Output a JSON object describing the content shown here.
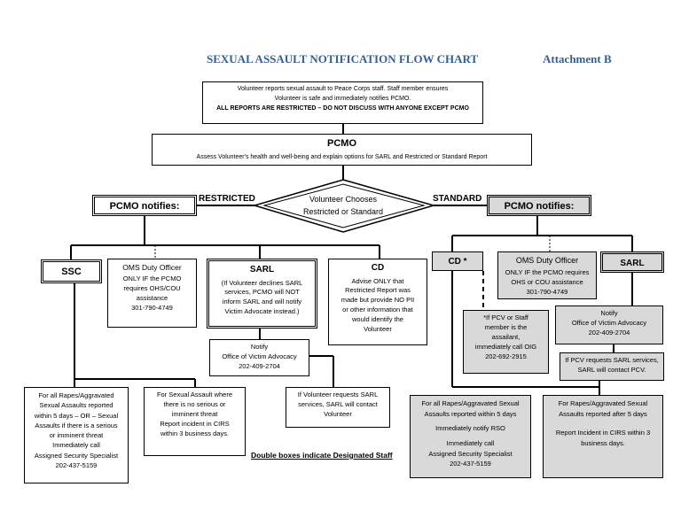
{
  "title": "SEXUAL ASSAULT NOTIFICATION FLOW CHART",
  "attachment": "Attachment B",
  "report_box": {
    "line1": "Volunteer reports sexual assault to Peace Corps staff. Staff member ensures",
    "line2": "Volunteer is safe and immediately notifies PCMO.",
    "line3": "ALL REPORTS ARE RESTRICTED – DO NOT DISCUSS WITH ANYONE EXCEPT PCMO"
  },
  "pcmo_box": {
    "heading": "PCMO",
    "text": "Assess Volunteer's health and well-being and explain options for SARL and Restricted or Standard Report"
  },
  "decision": {
    "line1": "Volunteer Chooses",
    "line2": "Restricted or Standard"
  },
  "restricted_label": "RESTRICTED",
  "standard_label": "STANDARD",
  "left": {
    "notifies": "PCMO notifies:",
    "ssc": "SSC",
    "oms": {
      "heading": "OMS Duty Officer",
      "lines": [
        "ONLY IF the PCMO",
        "requires OHS/COU",
        "assistance",
        "301-790-4749"
      ]
    },
    "sarl": {
      "heading": "SARL",
      "lines": [
        "(If Volunteer declines SARL",
        "services, PCMO will NOT",
        "inform SARL and will notify",
        "Victim Advocate instead.)"
      ]
    },
    "cd": {
      "heading": "CD",
      "lines": [
        "Advise ONLY that",
        "Restricted Report was",
        "made but provide NO PII",
        "or other information that",
        "would identify the",
        "Volunteer"
      ]
    },
    "victim_advocacy": {
      "lines": [
        "Notify",
        "Office of Victim Advocacy",
        "202-409-2704"
      ]
    },
    "sarl_request": {
      "lines": [
        "If Volunteer requests SARL",
        "services, SARL will contact",
        "Volunteer"
      ]
    },
    "rape_box": {
      "lines": [
        "For all Rapes/Aggravated",
        "Sexual Assaults reported",
        "within 5 days – OR – Sexual",
        "Assaults if there is a serious",
        "or imminent threat",
        "Immediately call",
        "Assigned Security Specialist",
        "202-437-5159"
      ]
    },
    "sa_box": {
      "lines": [
        "For Sexual Assault where",
        "there is no serious or",
        "imminent threat",
        "Report incident in CIRS",
        "within 3 business days."
      ]
    }
  },
  "right": {
    "notifies": "PCMO notifies:",
    "cd": "CD *",
    "oms": {
      "heading": "OMS Duty Officer",
      "lines": [
        "ONLY IF the PCMO requires",
        "OHS or COU assistance",
        "301-790-4749"
      ]
    },
    "sarl": "SARL",
    "oig": {
      "lines": [
        "*If PCV or Staff",
        "member is the",
        "assailant,",
        "immediately call OIG",
        "202-692-2915"
      ]
    },
    "victim_advocacy": {
      "lines": [
        "Notify",
        "Office of Victim Advocacy",
        "202-409-2704"
      ]
    },
    "pcv_request": {
      "lines": [
        "If PCV requests SARL services,",
        "SARL will contact PCV."
      ]
    },
    "rape_within": {
      "lines": [
        "For all Rapes/Aggravated Sexual",
        "Assaults reported within 5 days",
        "Immediately notify RSO",
        "Immediately call",
        "Assigned Security Specialist",
        "202-437-5159"
      ]
    },
    "rape_after": {
      "lines": [
        "For Rapes/Aggravated Sexual",
        "Assaults reported after 5 days",
        "Report Incident in CIRS within 3",
        "business days."
      ]
    }
  },
  "footnote": "Double boxes indicate Designated Staff"
}
